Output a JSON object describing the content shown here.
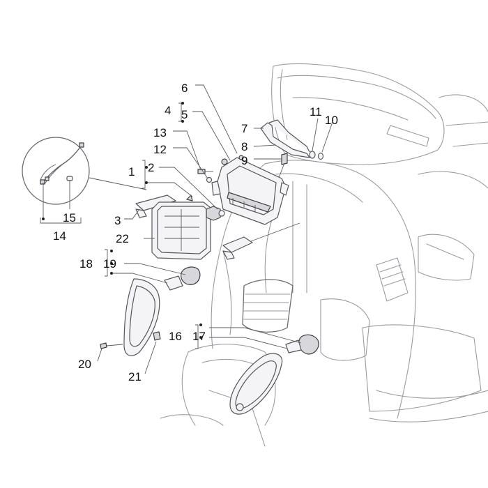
{
  "callouts": [
    {
      "id": "c1",
      "text": "1"
    },
    {
      "id": "c2",
      "text": "2"
    },
    {
      "id": "c3",
      "text": "3"
    },
    {
      "id": "c4",
      "text": "4"
    },
    {
      "id": "c5",
      "text": "5"
    },
    {
      "id": "c6",
      "text": "6"
    },
    {
      "id": "c7",
      "text": "7"
    },
    {
      "id": "c8",
      "text": "8"
    },
    {
      "id": "c9",
      "text": "9"
    },
    {
      "id": "c10",
      "text": "10"
    },
    {
      "id": "c11",
      "text": "11"
    },
    {
      "id": "c12",
      "text": "12"
    },
    {
      "id": "c13",
      "text": "13"
    },
    {
      "id": "c14",
      "text": "14"
    },
    {
      "id": "c15",
      "text": "15"
    },
    {
      "id": "c16",
      "text": "16"
    },
    {
      "id": "c17",
      "text": "17"
    },
    {
      "id": "c18",
      "text": "18"
    },
    {
      "id": "c19",
      "text": "19"
    },
    {
      "id": "c20",
      "text": "20"
    },
    {
      "id": "c21",
      "text": "21"
    },
    {
      "id": "c22",
      "text": "22"
    }
  ],
  "colors": {
    "background": "#ffffff",
    "outline": "#9a9aa2",
    "part_stroke": "#55555c",
    "label": "#111111"
  }
}
